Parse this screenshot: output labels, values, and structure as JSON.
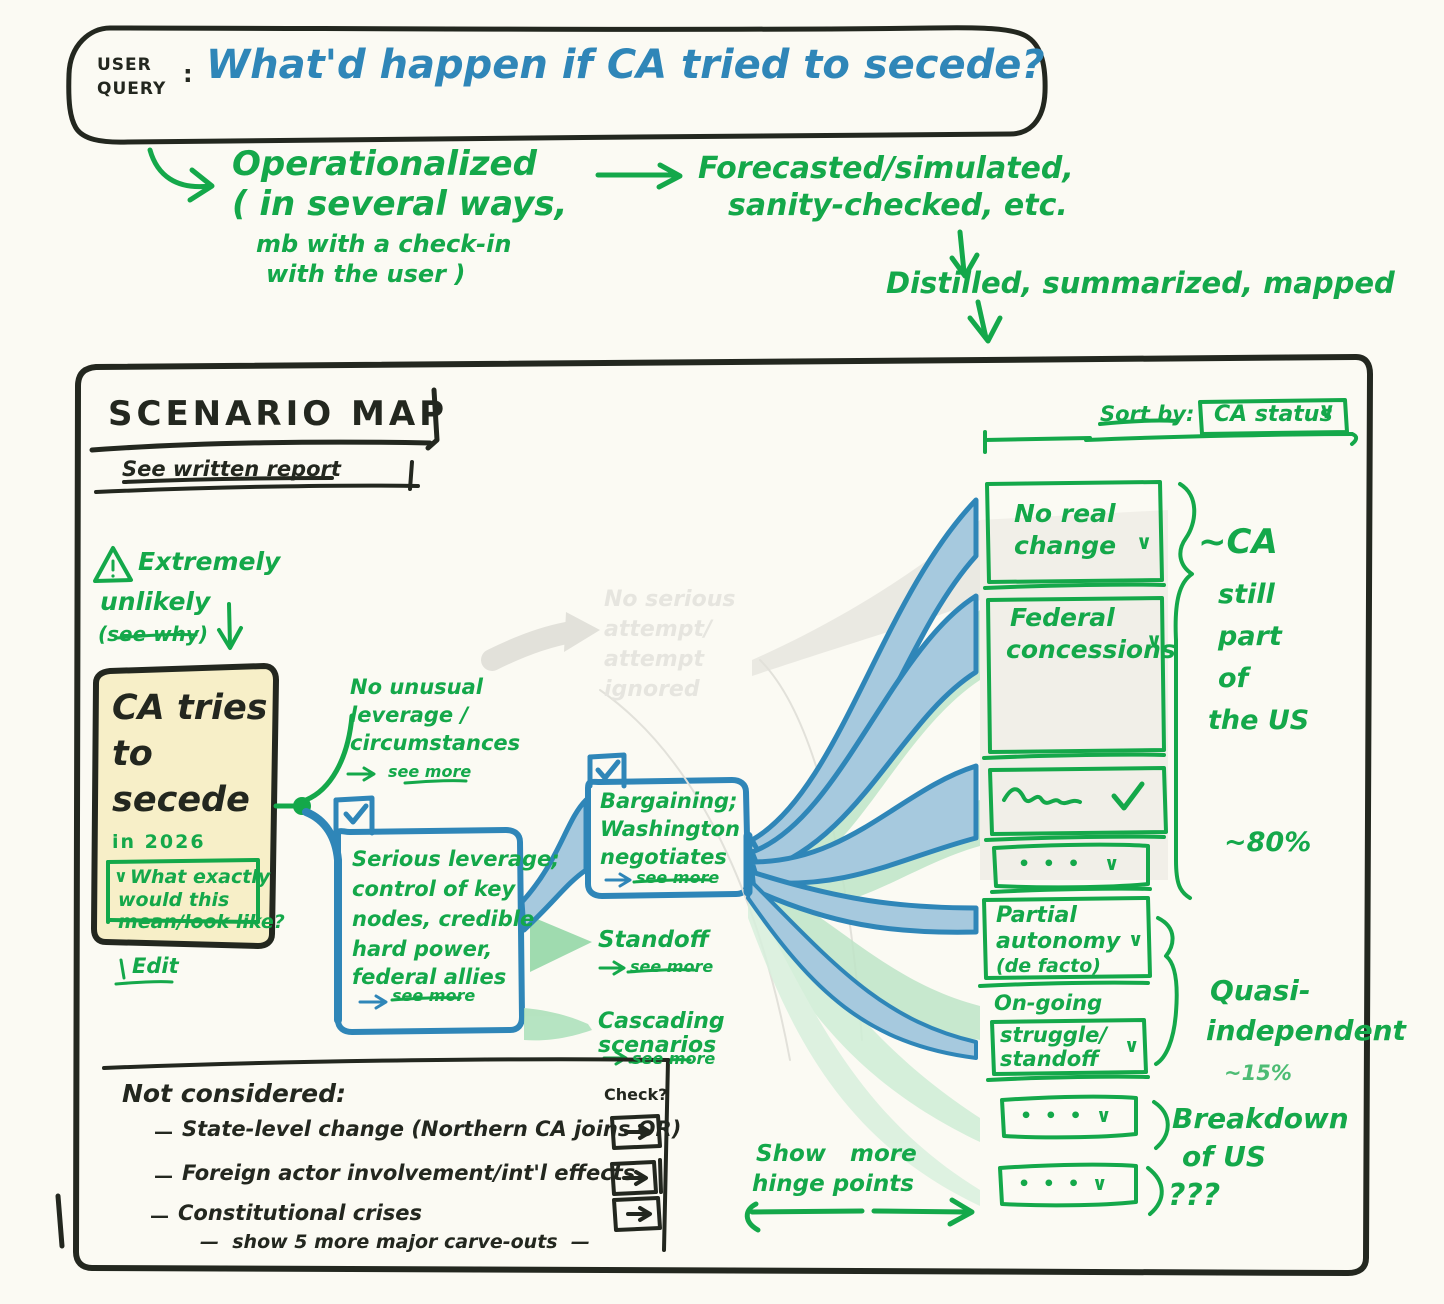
{
  "query_bar": {
    "label_line1": "USER",
    "label_line2": "QUERY",
    "colon": ":",
    "query_text": "What'd happen if CA tried to secede?"
  },
  "pipeline_notes": {
    "step1_line1": "Operationalized",
    "step1_line2": "( in several ways,",
    "step1_line3": "mb with a check-in",
    "step1_line4": "with the user )",
    "step2_line1": "Forecasted/simulated,",
    "step2_line2": "sanity-checked, etc.",
    "step3": "Distilled, summarized, mapped"
  },
  "panel": {
    "tab_title": "SCENARIO MAP",
    "report_link": "See written report",
    "sort_label": "Sort by:",
    "sort_value": "CA status",
    "sort_caret": "∨"
  },
  "warning": {
    "icon": "warning-triangle-icon",
    "line1": "Extremely",
    "line2": "unlikely",
    "line3": "(see why)"
  },
  "seed_card": {
    "line1": "CA tries",
    "line2": "to",
    "line3": "secede",
    "subtitle": "in 2026",
    "expand_caret": "∨",
    "expand_line1": "What exactly",
    "expand_line2": "would this",
    "expand_line3": "mean/look like?",
    "edit_label": "Edit",
    "edit_icon": "pencil-icon"
  },
  "faded_branch": {
    "line1": "No serious",
    "line2": "attempt/",
    "line3": "attempt",
    "line4": "ignored"
  },
  "branches": {
    "no_leverage": {
      "line1": "No unusual",
      "line2": "leverage /",
      "line3": "circumstances",
      "see_more": "see more"
    },
    "serious_leverage": {
      "checked": true,
      "line1": "Serious leverage;",
      "line2": "control of key",
      "line3": "nodes, credible",
      "line4": "hard power,",
      "line5": "federal allies",
      "see_more": "see more"
    },
    "bargaining": {
      "checked": true,
      "line1": "Bargaining;",
      "line2": "Washington",
      "line3": "negotiates",
      "see_more": "see more"
    },
    "standoff": {
      "line1": "Standoff",
      "see_more": "see more"
    },
    "cascading": {
      "line1": "Cascading",
      "line2": "scenarios",
      "see_more": "see more"
    }
  },
  "outcomes": [
    {
      "id": "no-real-change",
      "line1": "No real",
      "line2": "change",
      "marker": "∨",
      "marker_kind": "caret"
    },
    {
      "id": "federal-concessions",
      "line1": "Federal",
      "line2": "concessions",
      "marker": "∨",
      "marker_kind": "caret"
    },
    {
      "id": "squiggle-placeholder",
      "line1": "",
      "line2": "",
      "marker": "✓",
      "marker_kind": "check"
    },
    {
      "id": "ellipsis-1",
      "line1": "• • •",
      "line2": "",
      "marker": "∨",
      "marker_kind": "caret"
    },
    {
      "id": "partial-autonomy",
      "line1": "Partial",
      "line2": "autonomy",
      "line3": "(de facto)",
      "marker": "∨",
      "marker_kind": "caret"
    },
    {
      "id": "ongoing-struggle",
      "line1": "On-going",
      "line2": "struggle/",
      "line3": "standoff",
      "marker": "∨",
      "marker_kind": "caret"
    },
    {
      "id": "ellipsis-2",
      "line1": "• • •",
      "line2": "",
      "marker": "∨",
      "marker_kind": "caret"
    },
    {
      "id": "ellipsis-3",
      "line1": "• • •",
      "line2": "",
      "marker": "∨",
      "marker_kind": "caret"
    }
  ],
  "groupings": [
    {
      "id": "still-us",
      "l1": "~CA",
      "l2": "still",
      "l3": "part",
      "l4": "of",
      "l5": "the US",
      "pct": "~80%"
    },
    {
      "id": "quasi-independent",
      "l1": "Quasi-",
      "l2": "independent",
      "pct": "~15%"
    },
    {
      "id": "breakdown",
      "l1": "Breakdown",
      "l2": "of US",
      "pct": ""
    },
    {
      "id": "unknown",
      "l1": "???",
      "l2": "",
      "pct": ""
    }
  ],
  "hinge_control": {
    "line1": "Show   more",
    "line2": "hinge points"
  },
  "not_considered": {
    "title": "Not considered:",
    "check_col_header": "Check?",
    "items": [
      {
        "dash": "—",
        "text": "State-level change (Northern CA joins OR)",
        "button_icon": "arrow-right-icon"
      },
      {
        "dash": "—",
        "text": "Foreign actor involvement/int'l effects",
        "button_icon": "arrow-right-icon"
      },
      {
        "dash": "—",
        "text": "Constitutional crises",
        "button_icon": "arrow-right-icon"
      }
    ],
    "footer": "—  show 5 more major carve-outs  —"
  },
  "colors": {
    "background": "#fbfaf3",
    "ink_black": "#23271f",
    "ink_blue": "#2f86b8",
    "ink_green": "#14a84a",
    "card_yellow": "#f7efc8",
    "ribbon_blue": "#9ec4dc",
    "ribbon_green": "#b5e3bf",
    "ribbon_grey": "#e4e3dc"
  }
}
